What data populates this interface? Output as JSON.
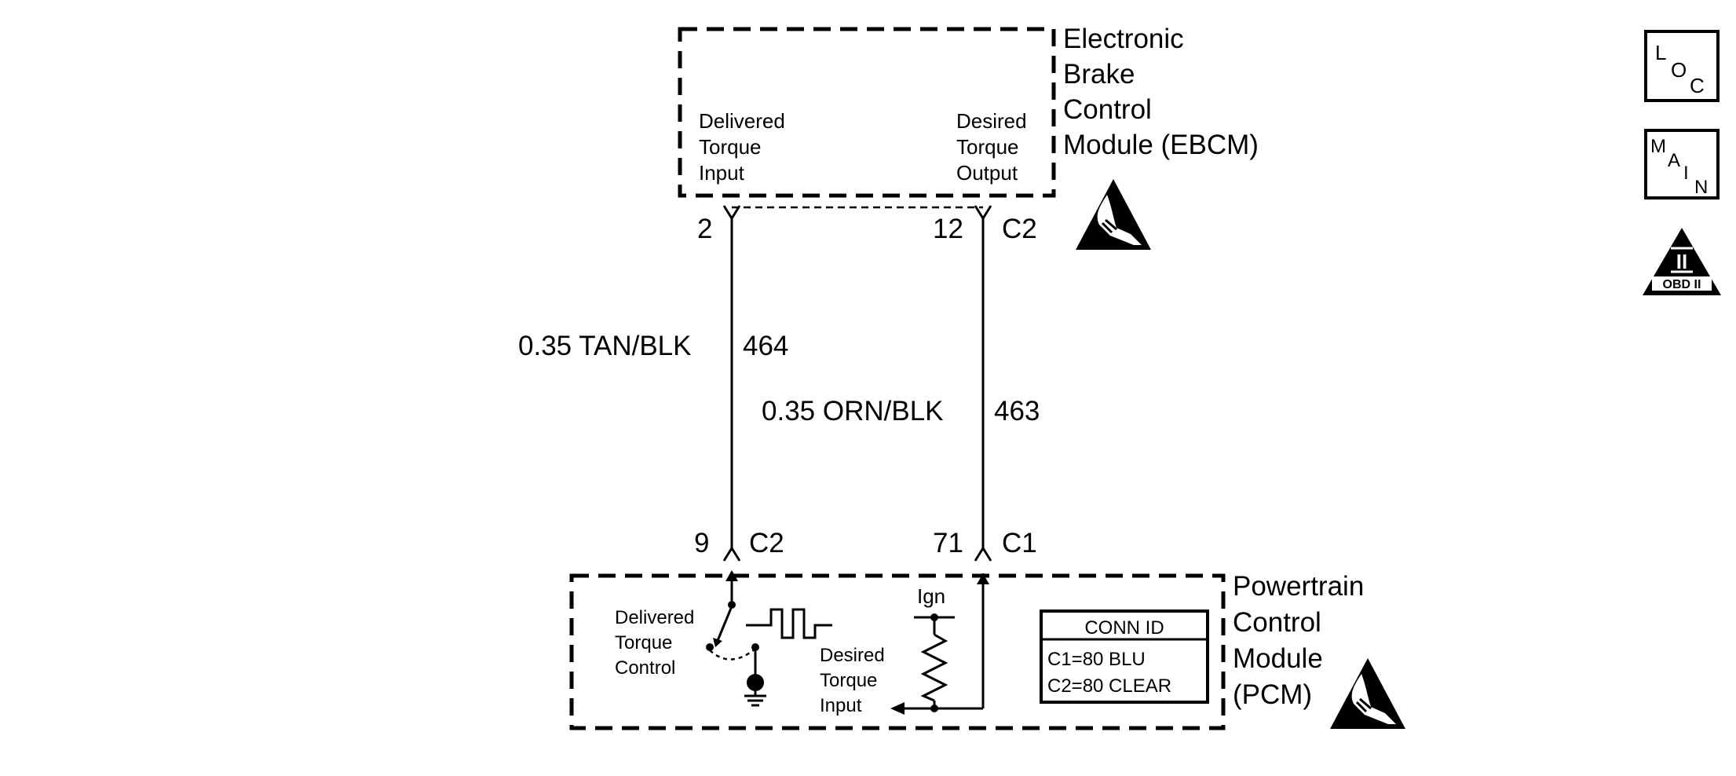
{
  "ebcm": {
    "name_lines": [
      "Electronic",
      "Brake",
      "Control",
      "Module (EBCM)"
    ],
    "left_terminal": [
      "Delivered",
      "Torque",
      "Input"
    ],
    "right_terminal": [
      "Desired",
      "Torque",
      "Output"
    ],
    "connector": "C2",
    "pin_left": "2",
    "pin_right": "12"
  },
  "wires": [
    {
      "gauge_color": "0.35 TAN/BLK",
      "circuit": "464"
    },
    {
      "gauge_color": "0.35 ORN/BLK",
      "circuit": "463"
    }
  ],
  "pcm": {
    "name_lines": [
      "Powertrain",
      "Control",
      "Module",
      "(PCM)"
    ],
    "pin_left": "9",
    "connector_left": "C2",
    "pin_right": "71",
    "connector_right": "C1",
    "switch_label": [
      "Delivered",
      "Torque",
      "Control"
    ],
    "input_label": [
      "Desired",
      "Torque",
      "Input"
    ],
    "ign_label": "Ign",
    "conn_id": {
      "title": "CONN ID",
      "rows": [
        "C1=80 BLU",
        "C2=80 CLEAR"
      ]
    }
  },
  "side_icons": [
    {
      "icon": "loc-icon",
      "chars": [
        "L",
        "O",
        "C"
      ]
    },
    {
      "icon": "main-icon",
      "chars": [
        "M",
        "A",
        "I",
        "N"
      ]
    },
    {
      "icon": "obd-ii-icon",
      "symbol": "II",
      "text": "OBD II"
    }
  ],
  "icons": [
    "esd-warning-icon"
  ]
}
